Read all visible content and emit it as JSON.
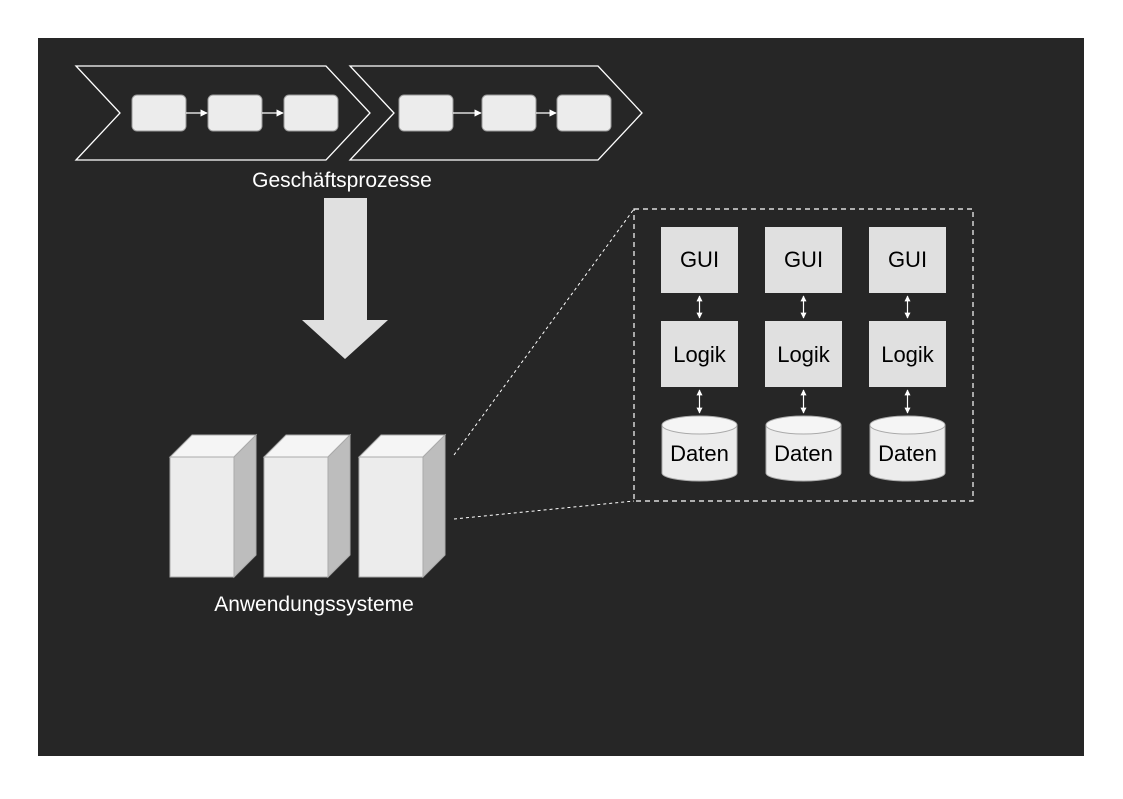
{
  "colors": {
    "background": "#262626",
    "box_fill": "#e0e0e0",
    "step_fill": "#ececec",
    "outline": "#ffffff",
    "text_light": "#ffffff",
    "text_dark": "#000000"
  },
  "process": {
    "label": "Geschäftsprozesse"
  },
  "systems": {
    "label": "Anwendungssysteme"
  },
  "detail": {
    "columns": [
      {
        "gui": "GUI",
        "logic": "Logik",
        "data": "Daten"
      },
      {
        "gui": "GUI",
        "logic": "Logik",
        "data": "Daten"
      },
      {
        "gui": "GUI",
        "logic": "Logik",
        "data": "Daten"
      }
    ]
  }
}
